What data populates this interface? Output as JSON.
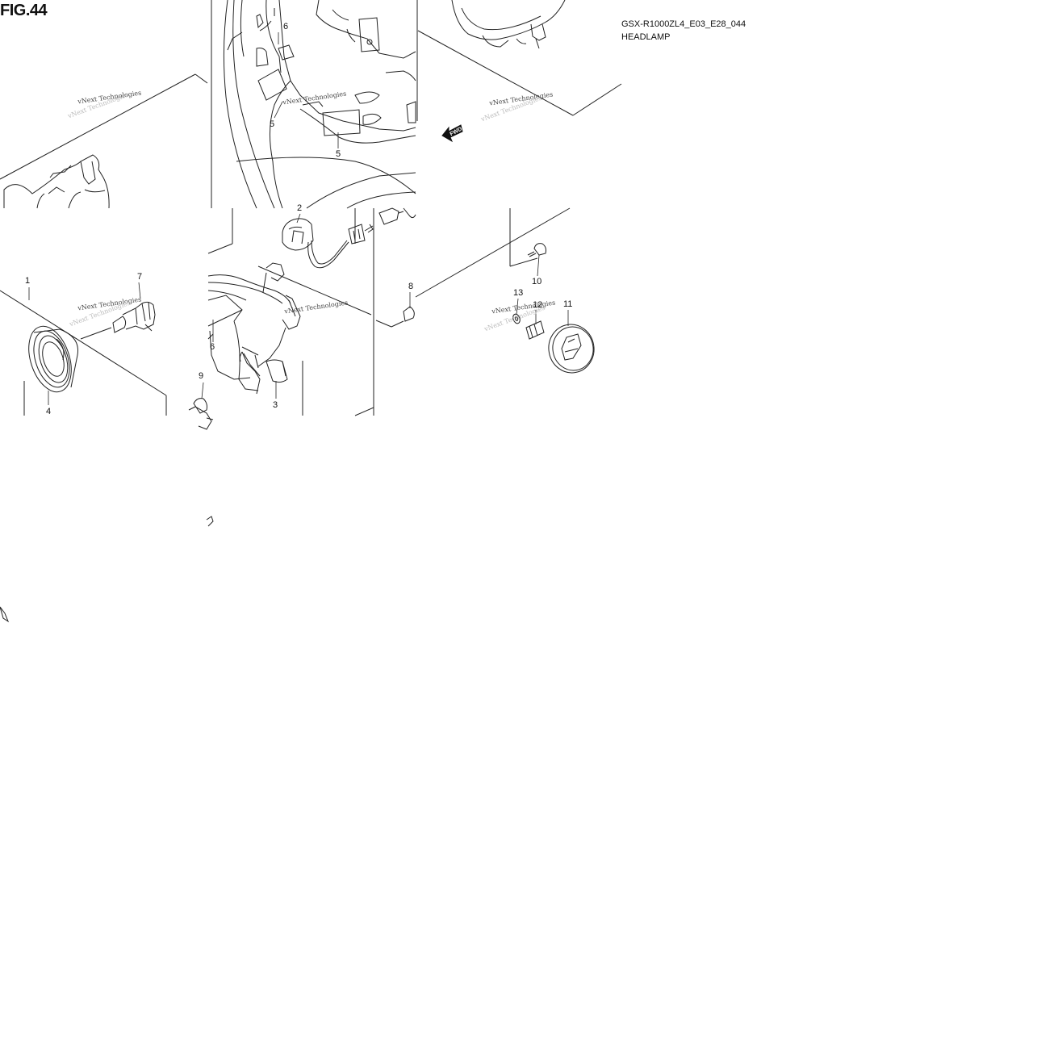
{
  "figure": {
    "label": "FIG.44",
    "model_code": "GSX-R1000ZL4_E03_E28_044",
    "section_name": "HEADLAMP"
  },
  "watermark": {
    "text": "vNext Technologies"
  },
  "fwd_arrow_label": "FWD",
  "callouts": [
    "1",
    "2",
    "3",
    "4",
    "5",
    "5",
    "6",
    "6",
    "7",
    "8",
    "9",
    "10",
    "11",
    "12",
    "13"
  ]
}
